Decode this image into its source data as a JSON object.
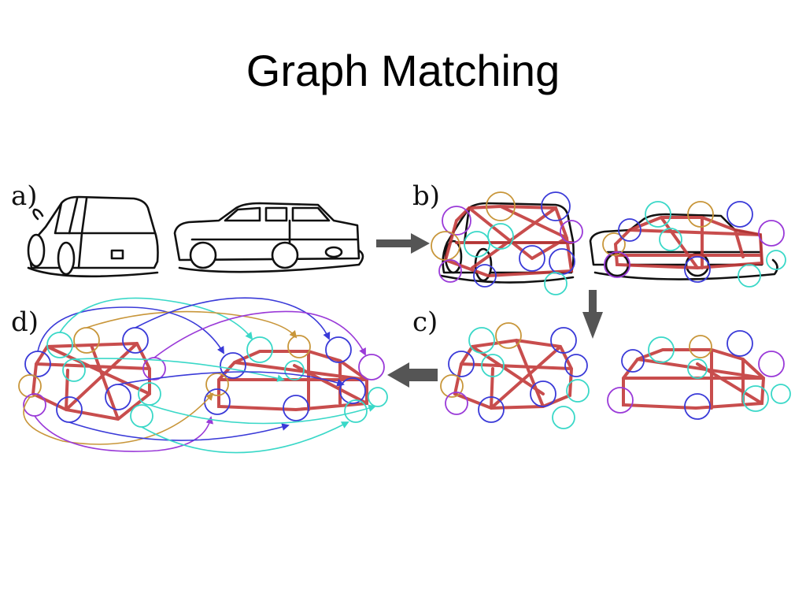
{
  "slide": {
    "title": "Graph Matching"
  },
  "panels": {
    "a": "a)",
    "b": "b)",
    "c": "c)",
    "d": "d)"
  },
  "colors": {
    "edge": "#c23a3a",
    "blue": "#3a3ad8",
    "gold": "#c8963a",
    "cyan": "#3ad8c8",
    "purple": "#9a3ad8",
    "arrow": "#555555"
  }
}
